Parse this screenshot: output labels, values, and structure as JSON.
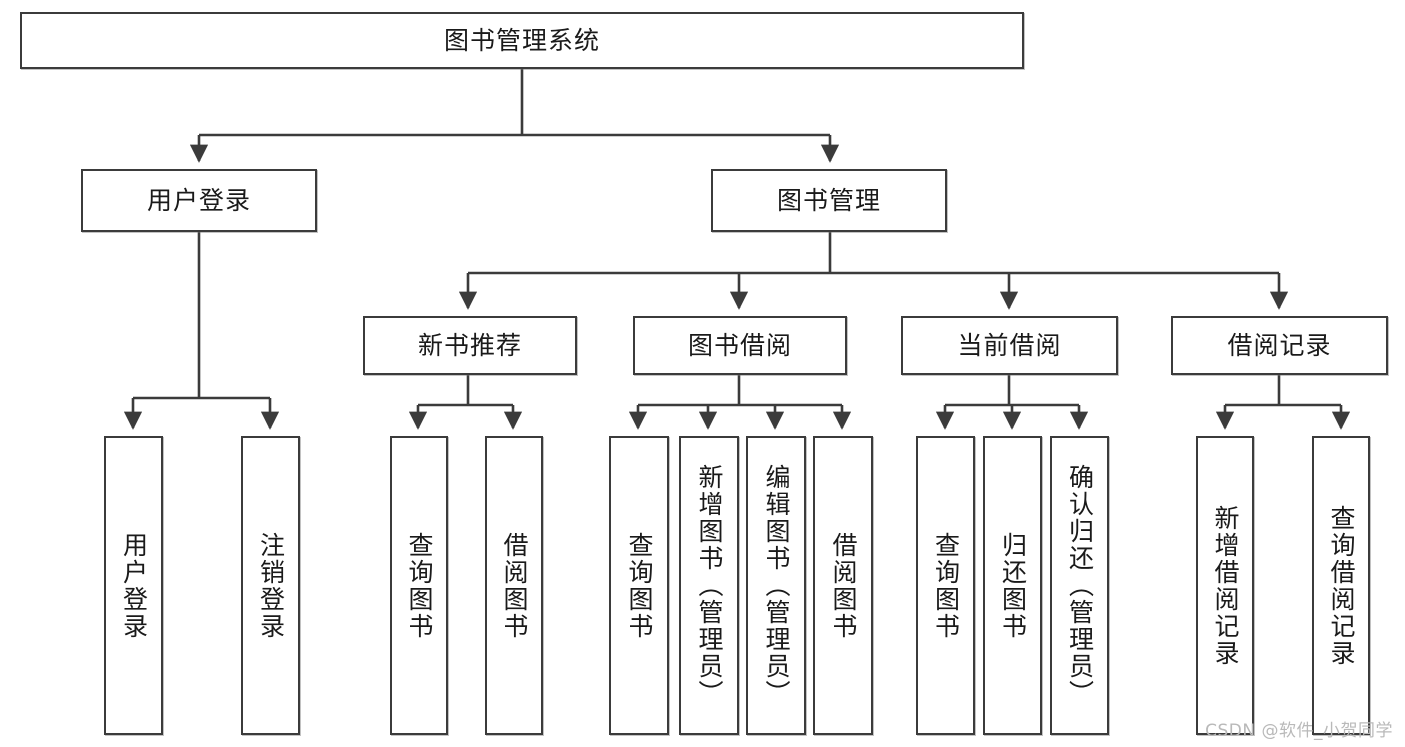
{
  "diagram": {
    "title": "图书管理系统",
    "type": "tree-hierarchy",
    "watermark": "CSDN @软件_小贺同学",
    "colors": {
      "box_border": "#3b3b3b",
      "box_fill": "#ffffff",
      "edge": "#3b3b3b",
      "text": "#1a1a1a",
      "watermark": "#b9b9b9",
      "canvas": "#ffffff"
    },
    "root": {
      "id": "root",
      "label": "图书管理系统"
    },
    "level2": [
      {
        "id": "user-login",
        "label": "用户登录"
      },
      {
        "id": "book-manage",
        "label": "图书管理"
      }
    ],
    "level3": [
      {
        "id": "new-book-rec",
        "label": "新书推荐",
        "parent": "book-manage"
      },
      {
        "id": "book-borrow",
        "label": "图书借阅",
        "parent": "book-manage"
      },
      {
        "id": "current-borrow",
        "label": "当前借阅",
        "parent": "book-manage"
      },
      {
        "id": "borrow-record",
        "label": "借阅记录",
        "parent": "book-manage"
      }
    ],
    "leaves": [
      {
        "id": "leaf-user-login",
        "label": "用户登录",
        "parent": "user-login"
      },
      {
        "id": "leaf-user-logout",
        "label": "注销登录",
        "parent": "user-login"
      },
      {
        "id": "leaf-query-book-rec",
        "label": "查询图书",
        "parent": "new-book-rec"
      },
      {
        "id": "leaf-borrow-book-rec",
        "label": "借阅图书",
        "parent": "new-book-rec"
      },
      {
        "id": "leaf-query-book-borrow",
        "label": "查询图书",
        "parent": "book-borrow"
      },
      {
        "id": "leaf-add-book",
        "label": "新增图书（管理员）",
        "parent": "book-borrow"
      },
      {
        "id": "leaf-edit-book",
        "label": "编辑图书（管理员）",
        "parent": "book-borrow"
      },
      {
        "id": "leaf-borrow-book",
        "label": "借阅图书",
        "parent": "book-borrow"
      },
      {
        "id": "leaf-query-book-current",
        "label": "查询图书",
        "parent": "current-borrow"
      },
      {
        "id": "leaf-return-book",
        "label": "归还图书",
        "parent": "current-borrow"
      },
      {
        "id": "leaf-confirm-return",
        "label": "确认归还（管理员）",
        "parent": "current-borrow"
      },
      {
        "id": "leaf-add-record",
        "label": "新增借阅记录",
        "parent": "borrow-record"
      },
      {
        "id": "leaf-query-record",
        "label": "查询借阅记录",
        "parent": "borrow-record"
      }
    ]
  }
}
